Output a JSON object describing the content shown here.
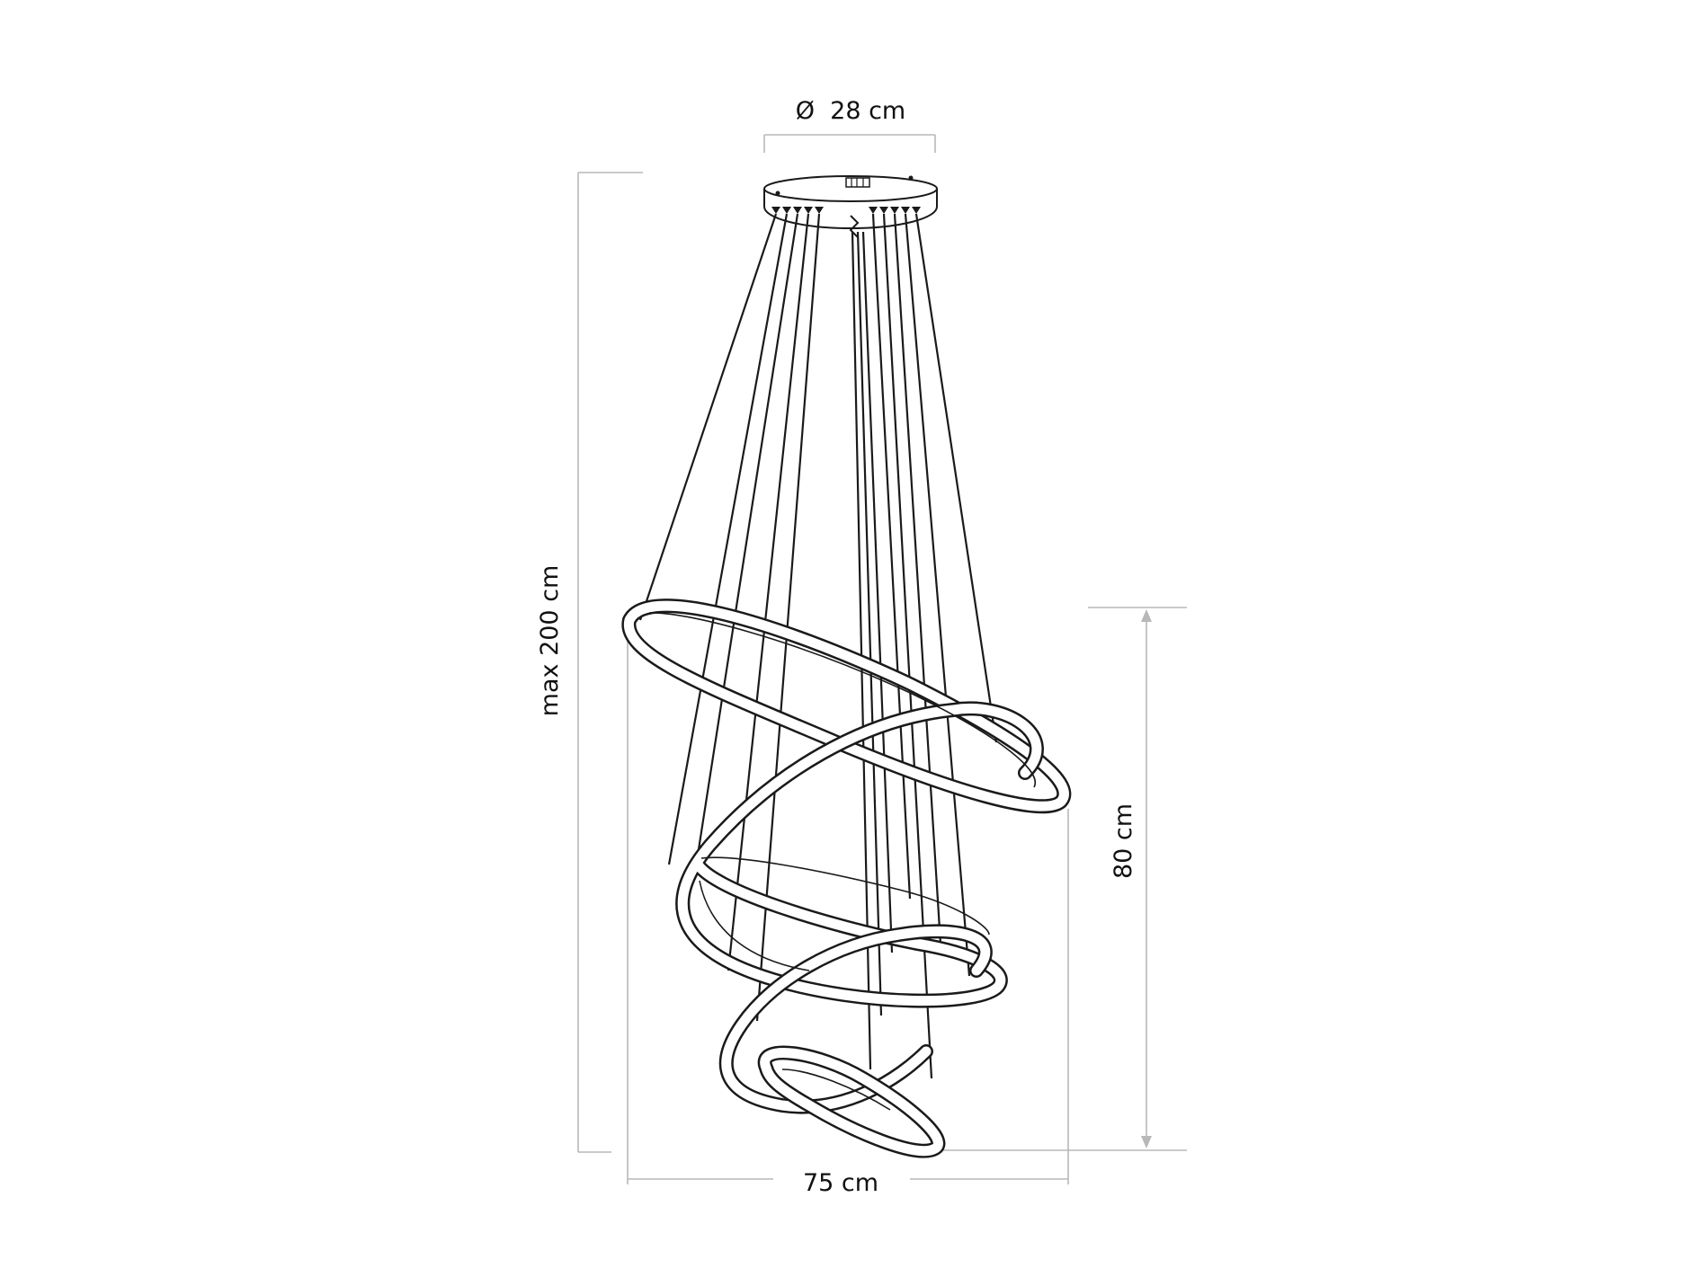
{
  "dimensions": {
    "canopy_diameter": "Ø  28 cm",
    "max_height": "max 200 cm",
    "body_height": "80 cm",
    "body_width": "75 cm"
  },
  "colors": {
    "line": "#1a1a1a",
    "dimension_line": "#b8b8b8",
    "background": "#ffffff"
  }
}
